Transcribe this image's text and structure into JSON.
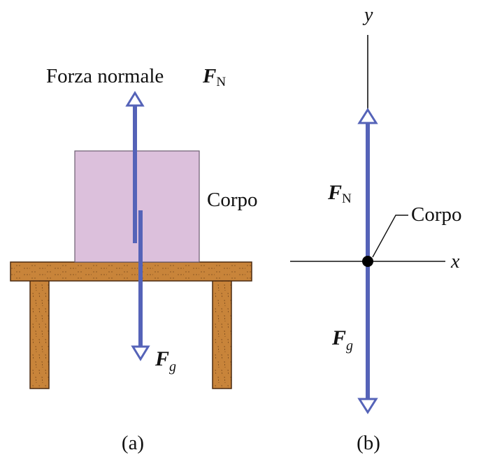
{
  "colors": {
    "arrow": "#5563b8",
    "block_fill": "#dcc0dc",
    "block_stroke": "#6b5c70",
    "wood_fill": "#c8843a",
    "wood_stroke": "#4a2a10",
    "axis": "#111111",
    "text": "#111111"
  },
  "panel_a": {
    "normal_force_label": "Forza normale",
    "normal_force_symbol": "F",
    "normal_force_subscript": "N",
    "body_label": "Corpo",
    "gravity_symbol": "F",
    "gravity_subscript": "g",
    "caption": "(a)"
  },
  "panel_b": {
    "y_axis_label": "y",
    "x_axis_label": "x",
    "normal_force_symbol": "F",
    "normal_force_subscript": "N",
    "body_label": "Corpo",
    "gravity_symbol": "F",
    "gravity_subscript": "g",
    "caption": "(b)"
  }
}
